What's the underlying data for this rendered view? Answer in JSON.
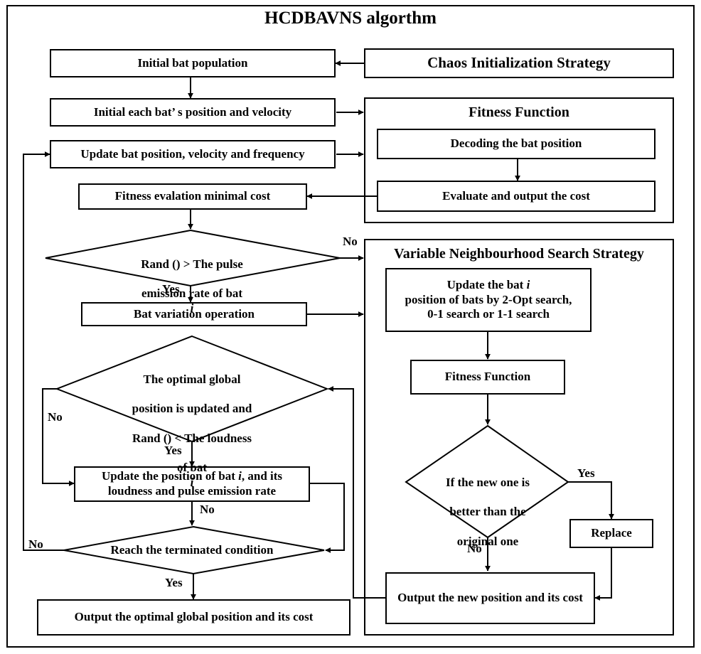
{
  "title": "HCDBAVNS algorthm",
  "nodes": {
    "initial_population": "Initial bat population",
    "chaos_init": "Chaos Initialization Strategy",
    "initial_position": "Initial each bat’ s position and velocity",
    "fitness_function_title": "Fitness Function",
    "decoding": "Decoding the bat position",
    "update_bat": "Update bat position, velocity and frequency",
    "evaluate_cost": "Evaluate and output the cost",
    "fitness_eval": "Fitness evalation minimal cost",
    "pulse_line1": "Rand () > The pulse",
    "pulse_line2": "emission rate of bat",
    "pulse_var": "i",
    "vns_title": "Variable Neighbourhood Search Strategy",
    "vns_update_line1": "Update the bat",
    "vns_update_var": "i",
    "vns_update_line2": "position of bats by 2-Opt search,",
    "vns_update_line3": "0-1 search or 1-1 search",
    "bat_variation": "Bat variation operation",
    "optimal_line1": "The optimal global",
    "optimal_line2": "position is updated and",
    "optimal_line3": "Rand () < The loudness",
    "optimal_line4": "of bat",
    "optimal_var": "i",
    "vns_fitness": "Fitness Function",
    "update_position_line1a": "Update the position of bat",
    "update_position_var": "i",
    "update_position_line1b": ", and its",
    "update_position_line2": "loudness  and pulse emission rate",
    "better_line1": "If the new one is",
    "better_line2": "better than the",
    "better_line3": "original one",
    "replace": "Replace",
    "terminated": "Reach the terminated condition",
    "output_new": "Output the new position and its cost",
    "output_optimal": "Output the optimal global position and its cost"
  },
  "edge_labels": {
    "pulse_no": "No",
    "pulse_yes": "Yes",
    "optimal_no": "No",
    "optimal_yes": "Yes",
    "update_no": "No",
    "better_yes": "Yes",
    "better_no": "No",
    "term_no": "No",
    "term_yes": "Yes"
  }
}
